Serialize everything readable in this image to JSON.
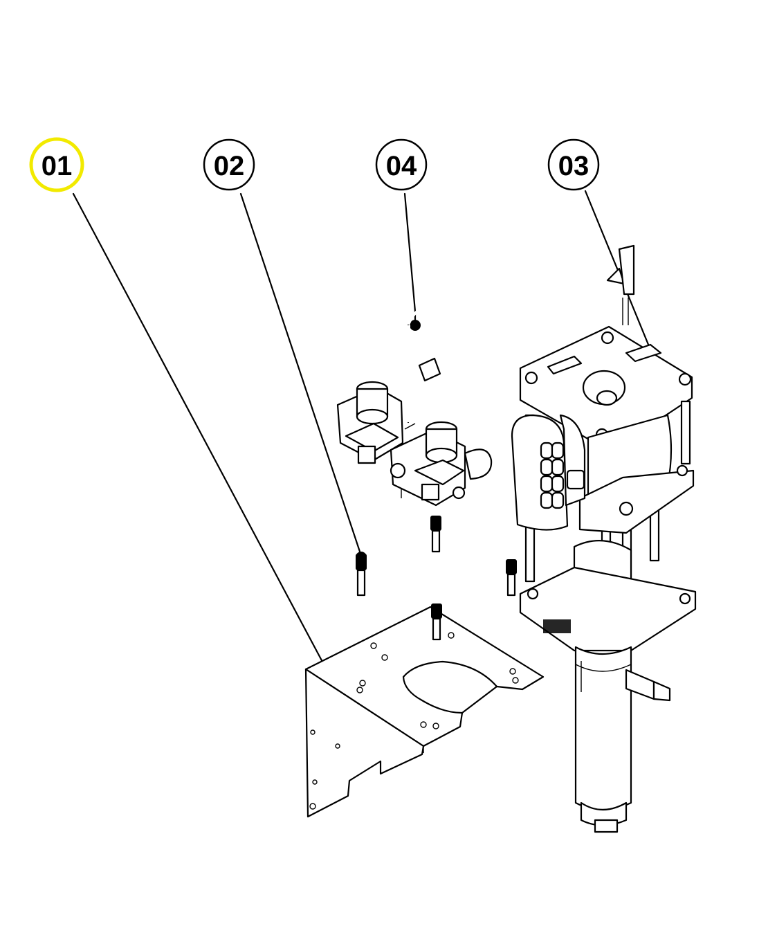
{
  "callouts": [
    {
      "id": "01",
      "label": "01",
      "highlighted": true
    },
    {
      "id": "02",
      "label": "02",
      "highlighted": false
    },
    {
      "id": "04",
      "label": "04",
      "highlighted": false
    },
    {
      "id": "03",
      "label": "03",
      "highlighted": false
    }
  ],
  "colors": {
    "highlight": "#f2ea00",
    "ink": "#000000",
    "background": "#ffffff"
  }
}
